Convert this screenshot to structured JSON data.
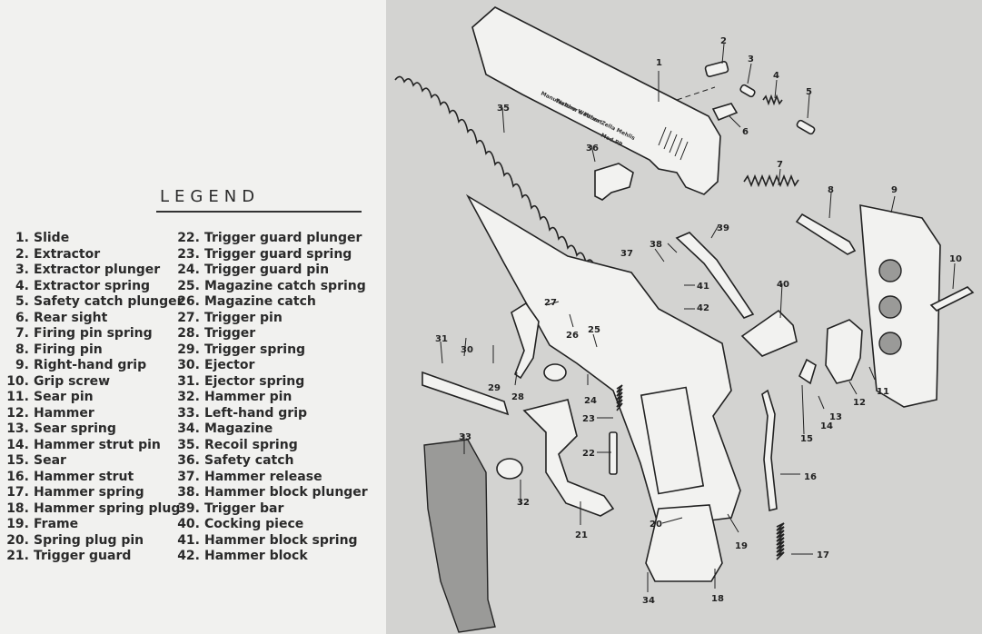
{
  "legend": {
    "title": "LEGEND",
    "items": [
      {
        "num": "1.",
        "name": "Slide"
      },
      {
        "num": "2.",
        "name": "Extractor"
      },
      {
        "num": "3.",
        "name": "Extractor plunger"
      },
      {
        "num": "4.",
        "name": "Extractor spring"
      },
      {
        "num": "5.",
        "name": "Safety catch plunger"
      },
      {
        "num": "6.",
        "name": "Rear sight"
      },
      {
        "num": "7.",
        "name": "Firing pin spring"
      },
      {
        "num": "8.",
        "name": "Firing pin"
      },
      {
        "num": "9.",
        "name": "Right-hand grip"
      },
      {
        "num": "10.",
        "name": "Grip screw"
      },
      {
        "num": "11.",
        "name": "Sear pin"
      },
      {
        "num": "12.",
        "name": "Hammer"
      },
      {
        "num": "13.",
        "name": "Sear spring"
      },
      {
        "num": "14.",
        "name": "Hammer strut pin"
      },
      {
        "num": "15.",
        "name": "Sear"
      },
      {
        "num": "16.",
        "name": "Hammer strut"
      },
      {
        "num": "17.",
        "name": "Hammer spring"
      },
      {
        "num": "18.",
        "name": "Hammer spring plug"
      },
      {
        "num": "19.",
        "name": "Frame"
      },
      {
        "num": "20.",
        "name": "Spring plug pin"
      },
      {
        "num": "21.",
        "name": "Trigger guard"
      },
      {
        "num": "22.",
        "name": "Trigger guard plunger"
      },
      {
        "num": "23.",
        "name": "Trigger guard spring"
      },
      {
        "num": "24.",
        "name": "Trigger guard pin"
      },
      {
        "num": "25.",
        "name": "Magazine catch spring"
      },
      {
        "num": "26.",
        "name": "Magazine catch"
      },
      {
        "num": "27.",
        "name": "Trigger pin"
      },
      {
        "num": "28.",
        "name": "Trigger"
      },
      {
        "num": "29.",
        "name": "Trigger spring"
      },
      {
        "num": "30.",
        "name": "Ejector"
      },
      {
        "num": "31.",
        "name": "Ejector spring"
      },
      {
        "num": "32.",
        "name": "Hammer pin"
      },
      {
        "num": "33.",
        "name": "Left-hand grip"
      },
      {
        "num": "34.",
        "name": "Magazine"
      },
      {
        "num": "35.",
        "name": "Recoil spring"
      },
      {
        "num": "36.",
        "name": "Safety catch"
      },
      {
        "num": "37.",
        "name": "Hammer release"
      },
      {
        "num": "38.",
        "name": "Hammer block plunger"
      },
      {
        "num": "39.",
        "name": "Trigger bar"
      },
      {
        "num": "40.",
        "name": "Cocking piece"
      },
      {
        "num": "41.",
        "name": "Hammer block spring"
      },
      {
        "num": "42.",
        "name": "Hammer block"
      }
    ]
  },
  "diagram": {
    "callouts": [
      {
        "id": "1",
        "label": "1"
      },
      {
        "id": "2",
        "label": "2"
      },
      {
        "id": "3",
        "label": "3"
      },
      {
        "id": "4",
        "label": "4"
      },
      {
        "id": "5",
        "label": "5"
      },
      {
        "id": "6",
        "label": "6"
      },
      {
        "id": "7",
        "label": "7"
      },
      {
        "id": "8",
        "label": "8"
      },
      {
        "id": "9",
        "label": "9"
      },
      {
        "id": "10",
        "label": "10"
      },
      {
        "id": "11",
        "label": "11"
      },
      {
        "id": "12",
        "label": "12"
      },
      {
        "id": "13",
        "label": "13"
      },
      {
        "id": "14",
        "label": "14"
      },
      {
        "id": "15",
        "label": "15"
      },
      {
        "id": "16",
        "label": "16"
      },
      {
        "id": "17",
        "label": "17"
      },
      {
        "id": "18",
        "label": "18"
      },
      {
        "id": "19",
        "label": "19"
      },
      {
        "id": "20",
        "label": "20"
      },
      {
        "id": "21",
        "label": "21"
      },
      {
        "id": "22",
        "label": "22"
      },
      {
        "id": "23",
        "label": "23"
      },
      {
        "id": "24",
        "label": "24"
      },
      {
        "id": "25",
        "label": "25"
      },
      {
        "id": "26",
        "label": "26"
      },
      {
        "id": "27",
        "label": "27"
      },
      {
        "id": "28",
        "label": "28"
      },
      {
        "id": "29",
        "label": "29"
      },
      {
        "id": "30",
        "label": "30"
      },
      {
        "id": "31",
        "label": "31"
      },
      {
        "id": "32",
        "label": "32"
      },
      {
        "id": "33",
        "label": "33"
      },
      {
        "id": "34",
        "label": "34"
      },
      {
        "id": "35",
        "label": "35"
      },
      {
        "id": "36",
        "label": "36"
      },
      {
        "id": "37",
        "label": "37"
      },
      {
        "id": "38",
        "label": "38"
      },
      {
        "id": "39",
        "label": "39"
      },
      {
        "id": "40",
        "label": "40"
      },
      {
        "id": "41",
        "label": "41"
      },
      {
        "id": "42",
        "label": "42"
      }
    ],
    "slide_engraving": {
      "line1": "Manufacture Walther Zella Mehlis",
      "line2": "Walther's Patent",
      "line3": "Mod.PP"
    }
  }
}
